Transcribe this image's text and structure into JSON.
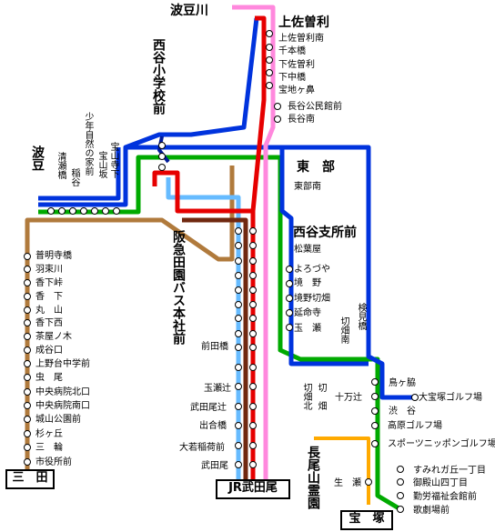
{
  "colors": {
    "red": "#e60000",
    "blue": "#0033dd",
    "green": "#00aa00",
    "pink": "#ff88dd",
    "lightblue": "#66bbff",
    "brown": "#b07a3c",
    "darkbrown": "#702810",
    "navy": "#001a99",
    "orange": "#ffaa00"
  },
  "terminals": {
    "sanda": "三　田",
    "jr_takedao": "JR武田尾",
    "takarazuka": "宝　塚",
    "hatsukawa": "波豆川"
  },
  "north": {
    "kamisasori": "上佐曽利",
    "kamisasori_minami": "上佐曽利南",
    "senbon_bashi": "千本橋",
    "shimosasori": "下佐曽利",
    "shimonaka_bashi": "下中橋",
    "takarajigahana": "宝地ヶ鼻",
    "nagatani_kominkan": "長谷公民館前",
    "nagatani_minami": "長谷南"
  },
  "vertical_top": {
    "nishitani_school": "西谷小学校前",
    "shonen_shizen": "少年自然の家前",
    "takarayama_saka": "宝山坂",
    "takarayama_ji": "宝山寺下"
  },
  "west_stops": {
    "hazu": "波豆",
    "seinose": "清瀬橋",
    "inaji": "稲谷"
  },
  "center": {
    "higashibu": "東　部",
    "higashibu_minami": "東部南",
    "nishitani_shisho": "西谷支所前",
    "shoyoya": "松葉屋",
    "hankyu_honsha": "阪急田園バス本社前",
    "maeda_bashi": "前田橋",
    "tamase_ozu": "玉瀬辻",
    "takedao_tsuji": "武田尾辻",
    "degoeshi": "出合橋",
    "otoe_inari": "大若稲荷前",
    "takedao": "武田尾"
  },
  "middle_column": {
    "yorozuya": "よろづや",
    "sakai": "境　野",
    "sakaino_kiri": "境野切畑",
    "enmeiji": "延命寺",
    "tamase": "玉　瀬",
    "kiribata_minami": "切畑南",
    "kenmi_bashi": "検見橋",
    "kiribata_kita": "切畑北",
    "kiribata": "切　畑"
  },
  "east": {
    "torigahana": "鳥ヶ脇",
    "takarazuka_golf": "大宝塚ゴルフ場",
    "jumantsuji": "十万辻",
    "shibutani": "渋　谷",
    "kogen_golf": "高原ゴルフ場",
    "sports_nippon": "スポーツニッポンゴルフ場",
    "nagao_reien": "長尾山霊園",
    "naruse": "生　瀬",
    "sumiregaoka": "すみれガ丘一丁目",
    "goryozan": "御殿山四丁目",
    "kinro_fukushi": "勤労福祉会館前",
    "kageki_jo": "歌劇場前"
  },
  "west_column": {
    "fumyoji": "普明寺橋",
    "hatsutoyo": "羽束川",
    "kashita_toge": "香下峠",
    "kashita": "香　下",
    "maruyama": "丸　山",
    "kashita_nishi": "香下西",
    "chayagi": "茶屋ノ木",
    "narutani": "成谷口",
    "kamino_daichu": "上野台中学前",
    "mushio": "虫　尾",
    "chuo_byoin_kita": "中央病院北口",
    "chuo_byoin_minami": "中央病院南口",
    "shiroyama_koen": "城山公園前",
    "sugigaoka": "杉ヶ丘",
    "sanwa": "三　輪",
    "shiyakusho": "市役所前"
  }
}
